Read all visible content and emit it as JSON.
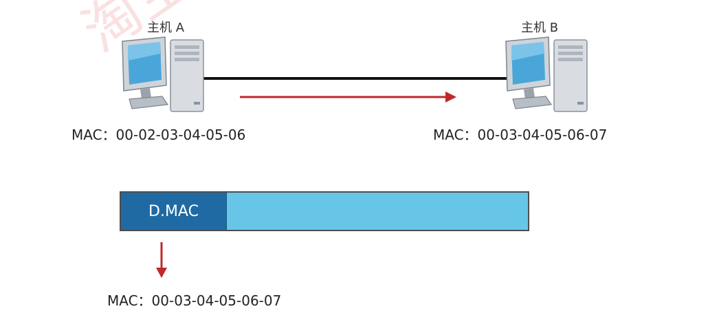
{
  "watermark": "淘宝",
  "host_a": {
    "label": "主机 A",
    "mac": "MAC：00-02-03-04-05-06",
    "icon": "desktop-computer-icon"
  },
  "host_b": {
    "label": "主机 B",
    "mac": "MAC：00-03-04-05-06-07",
    "icon": "desktop-computer-icon"
  },
  "link": {
    "direction": "A-to-B",
    "line_color": "#111111",
    "arrow_color": "#c0282b"
  },
  "frame": {
    "dmac_label": "D.MAC",
    "dmac_color": "#1f6aa3",
    "payload_color": "#67c6e8"
  },
  "resolved_mac": "MAC：00-03-04-05-06-07"
}
